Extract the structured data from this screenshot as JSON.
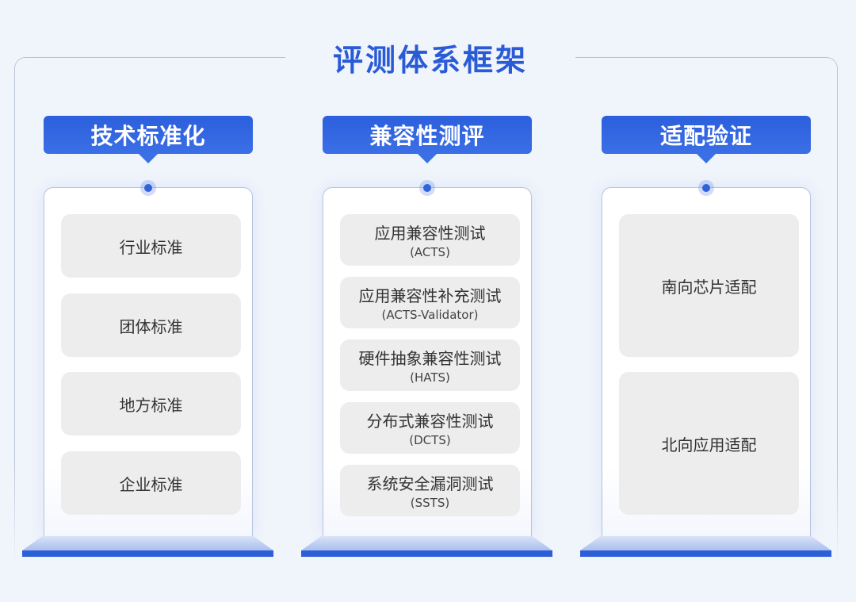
{
  "title": "评测体系框架",
  "columns": [
    {
      "header": "技术标准化",
      "items": [
        {
          "main": "行业标准"
        },
        {
          "main": "团体标准"
        },
        {
          "main": "地方标准"
        },
        {
          "main": "企业标准"
        }
      ]
    },
    {
      "header": "兼容性测评",
      "items": [
        {
          "main": "应用兼容性测试",
          "sub": "(ACTS)"
        },
        {
          "main": "应用兼容性补充测试",
          "sub": "(ACTS-Validator)"
        },
        {
          "main": "硬件抽象兼容性测试",
          "sub": "(HATS)"
        },
        {
          "main": "分布式兼容性测试",
          "sub": "(DCTS)"
        },
        {
          "main": "系统安全漏洞测试",
          "sub": "(SSTS)"
        }
      ]
    },
    {
      "header": "适配验证",
      "items": [
        {
          "main": "南向芯片适配"
        },
        {
          "main": "北向应用适配"
        }
      ]
    }
  ],
  "colors": {
    "accent": "#2a5bd7",
    "item_bg": "#ededee",
    "background": "#f0f4fb"
  }
}
